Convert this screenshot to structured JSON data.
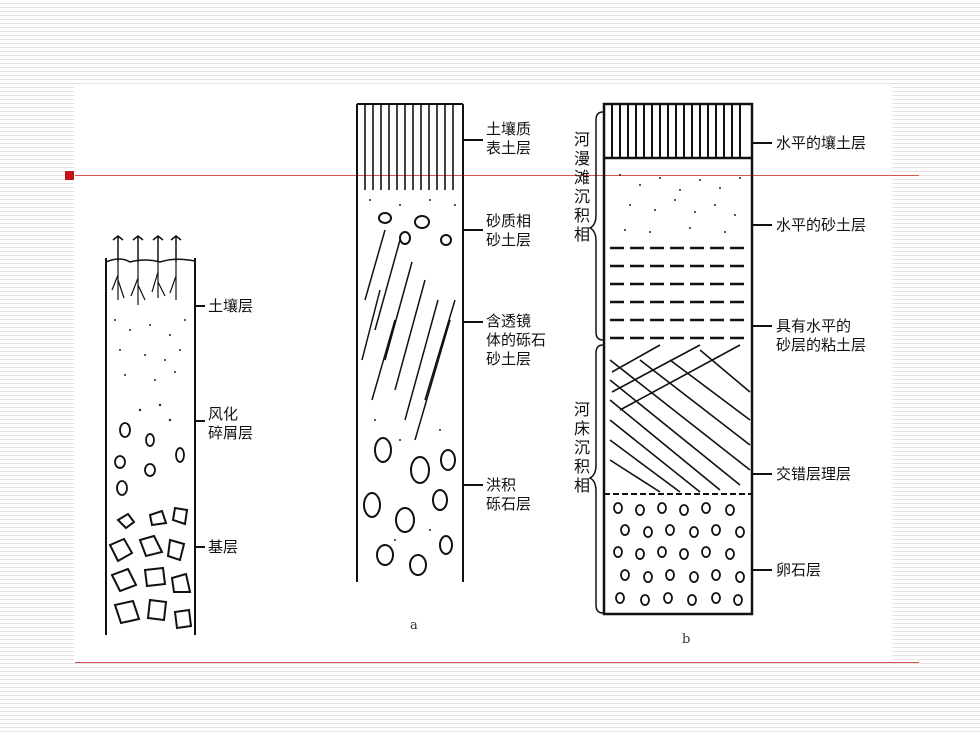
{
  "diagram": {
    "profile1": {
      "labels": {
        "soil": "土壤层",
        "weathered": "风化\n碎屑层",
        "bedrock": "基层"
      }
    },
    "profile_a": {
      "labels": {
        "topsoil": "土壤质\n表土层",
        "sandy": "砂质相\n砂土层",
        "lens": "含透镜\n体的砾石\n砂土层",
        "flood": "洪积\n砾石层"
      },
      "caption": "a"
    },
    "profile_b": {
      "labels": {
        "h_loam": "水平的壤土层",
        "h_sand": "水平的砂土层",
        "clay": "具有水平的\n砂层的粘土层",
        "cross": "交错层理层",
        "pebble": "卵石层"
      },
      "facies_floodplain": "河漫滩沉积相",
      "facies_channel": "河床沉积相",
      "caption": "b"
    }
  },
  "colors": {
    "accent_red": "#c0141a",
    "line_red": "#d9534f",
    "ink": "#111111"
  }
}
